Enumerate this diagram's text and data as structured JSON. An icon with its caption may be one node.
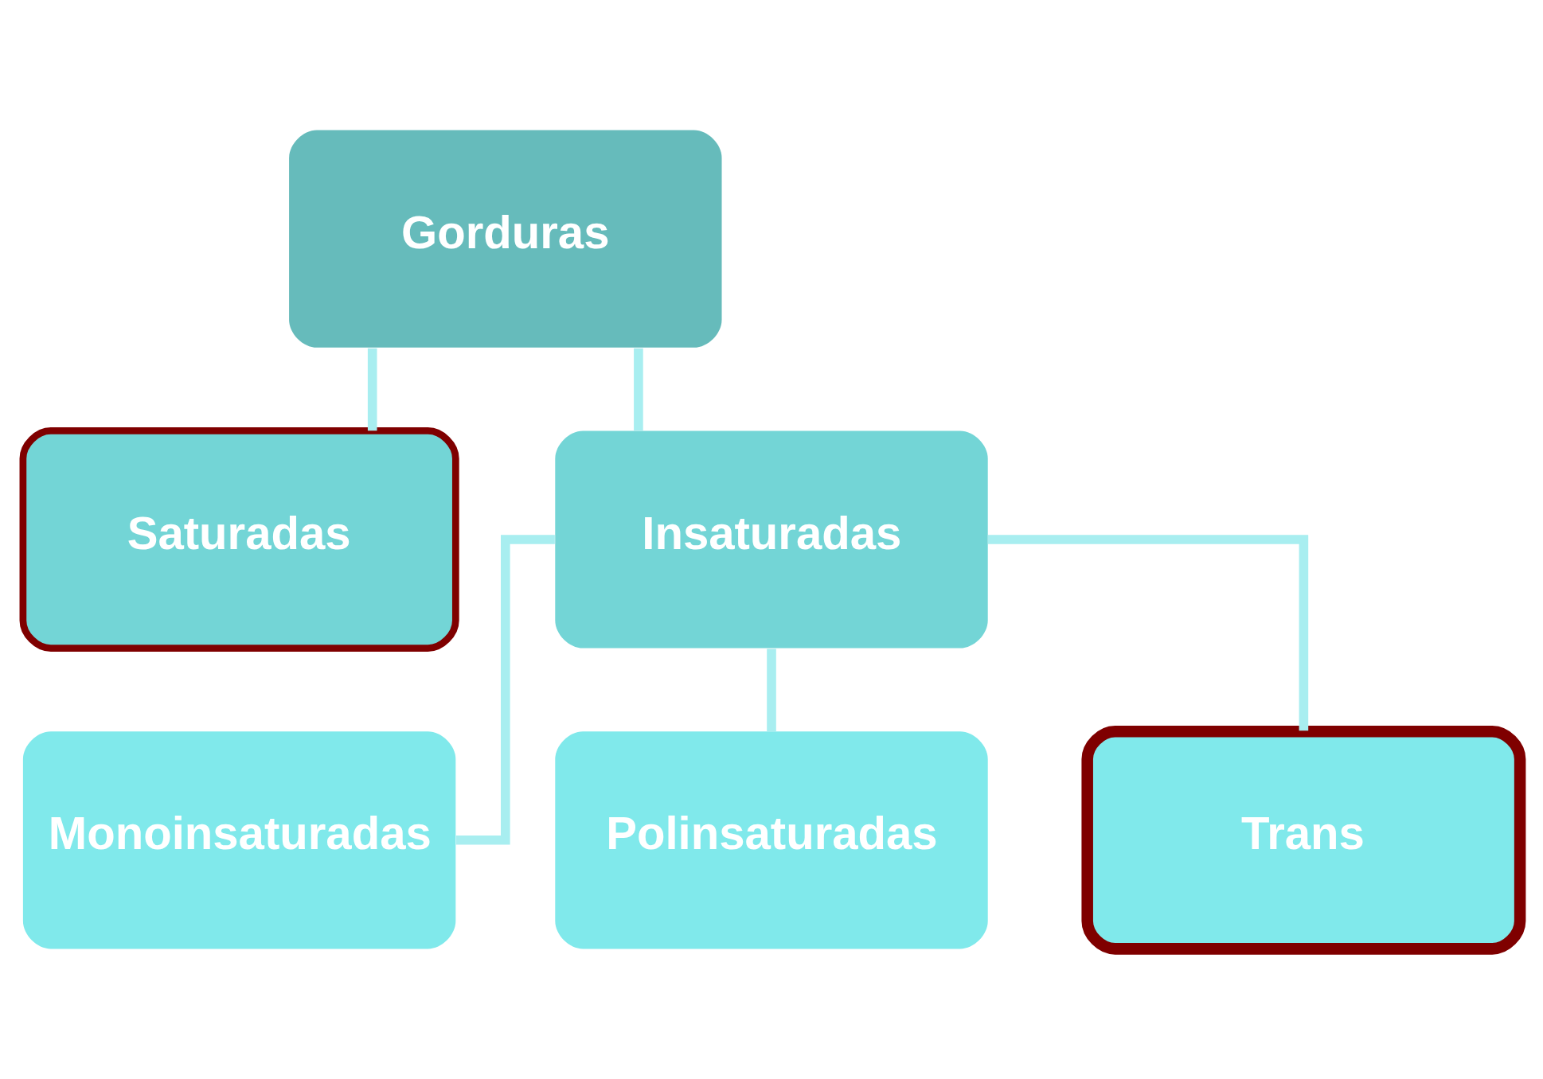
{
  "diagram": {
    "nodes": [
      {
        "text": [
          "Gorduras"
        ]
      },
      {
        "text": [
          "Saturadas"
        ]
      },
      {
        "text": [
          "Insaturadas"
        ]
      },
      {
        "text": [
          "Monoinsaturadas"
        ]
      },
      {
        "text": [
          "Polinsaturadas"
        ]
      },
      {
        "text": [
          "Trans"
        ]
      }
    ],
    "edges": [
      {
        "from": 0,
        "to": 1,
        "arrow": "none"
      },
      {
        "from": 0,
        "to": 2,
        "arrow": "none"
      },
      {
        "from": 2,
        "to": 3,
        "arrow": "none"
      },
      {
        "from": 2,
        "to": 4,
        "arrow": "none"
      },
      {
        "from": 2,
        "to": 5,
        "arrow": "none"
      }
    ]
  }
}
